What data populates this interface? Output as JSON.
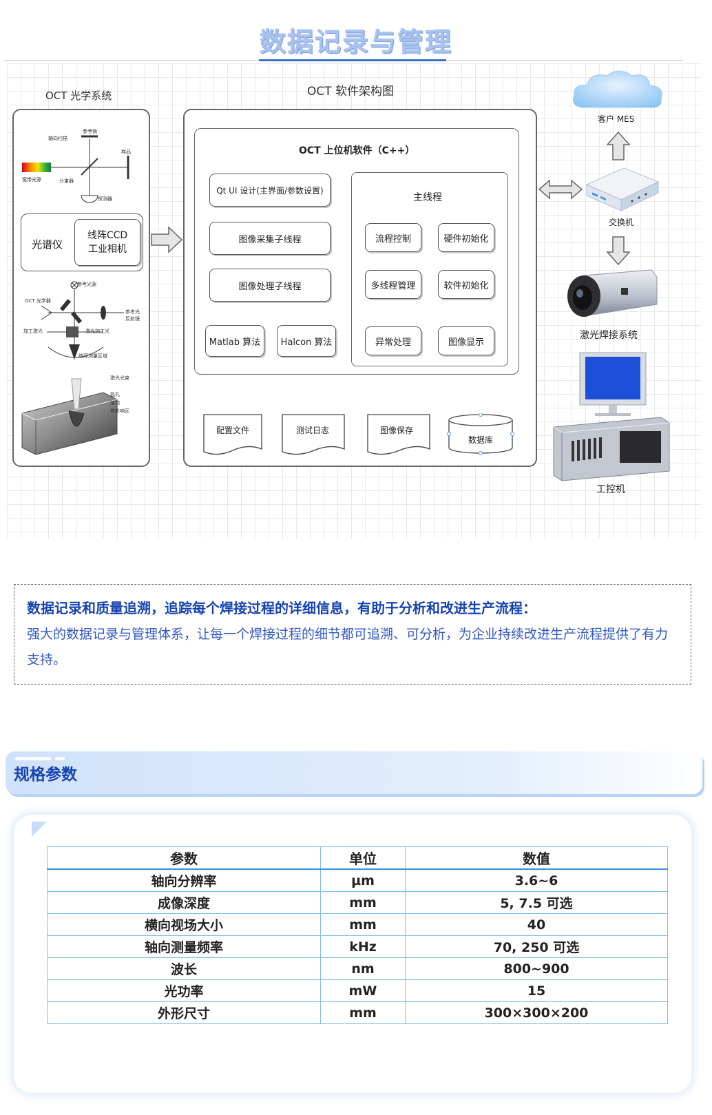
{
  "page_title": "数据记录与管理",
  "diagram": {
    "left_panel_title": "OCT 光学系统",
    "center_title": "OCT 软件架构图",
    "software_title": "OCT 上位机软件（C++）",
    "qt_box": "Qt  UI 设计(主界面/参数设置)",
    "acquire_thread": "图像采集子线程",
    "process_thread": "图像处理子线程",
    "matlab": "Matlab 算法",
    "halcon": "Halcon 算法",
    "main_thread": "主线程",
    "flow_control": "流程控制",
    "hw_init": "硬件初始化",
    "multi_thread": "多线程管理",
    "sw_init": "软件初始化",
    "exception": "异常处理",
    "image_display": "图像显示",
    "config_file": "配置文件",
    "test_log": "测试日志",
    "image_save": "图像保存",
    "database": "数据库",
    "spectrometer": "光谱仪",
    "ccd_line1": "线阵CCD",
    "ccd_line2": "工业相机",
    "customer_mes": "客户 MES",
    "switch": "交换机",
    "laser_system": "激光焊接系统",
    "ipc": "工控机",
    "illus1": {
      "axial_scan": "轴向扫描",
      "ref_mirror": "参考镜",
      "sample": "样品",
      "broadband": "宽带光源",
      "splitter": "分束器",
      "detector": "探测器"
    },
    "illus2": {
      "ref_light": "参考光源",
      "oct_light": "OCT 光学器",
      "process_light": "加工激光",
      "laser_process": "激光加工光",
      "ref_arm": "参考光",
      "ref_reflect": "反射镜",
      "depth": "熔深测量区域"
    },
    "illus3": {
      "laser_beam": "激光光束",
      "keyhole": "匙孔",
      "melt_pool": "熔池",
      "heat_zone": "热影响区"
    }
  },
  "description": {
    "heading": "数据记录和质量追溯，追踪每个焊接过程的详细信息，有助于分析和改进生产流程：",
    "body": "强大的数据记录与管理体系，让每一个焊接过程的细节都可追溯、可分析，为企业持续改进生产流程提供了有力支持。"
  },
  "spec": {
    "title": "规格参数",
    "headers": [
      "参数",
      "单位",
      "数值"
    ],
    "rows": [
      [
        "轴向分辨率",
        "µm",
        "3.6~6"
      ],
      [
        "成像深度",
        "mm",
        "5, 7.5 可选"
      ],
      [
        "横向视场大小",
        "mm",
        "40"
      ],
      [
        "轴向测量频率",
        "kHz",
        "70, 250 可选"
      ],
      [
        "波长",
        "nm",
        "800~900"
      ],
      [
        "光功率",
        "mW",
        "15"
      ],
      [
        "外形尺寸",
        "mm",
        "300×300×200"
      ]
    ]
  },
  "colors": {
    "heading_blue": "#1743b0",
    "body_blue": "#3358c4",
    "title_blue": "#a9c3ef",
    "table_border": "#7fc0e8"
  }
}
